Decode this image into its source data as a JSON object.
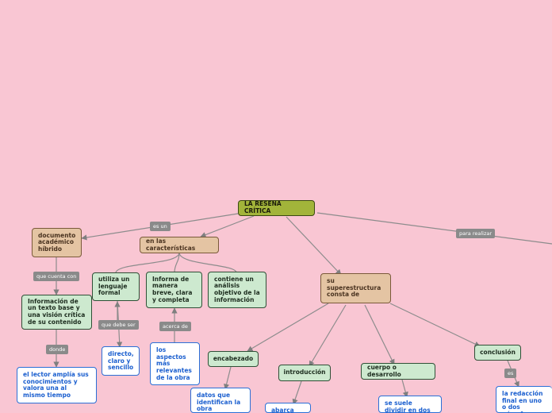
{
  "root": "LA RESEÑA CRÍTICA",
  "nodes": {
    "documento": "documento académico híbrido",
    "caracteristicas": "en las características",
    "superestructura": "su superestructura consta de",
    "lenguaje": "utiliza un lenguaje formal",
    "informa": "Informa de manera breve, clara y completa",
    "analisis": "contiene un análisis objetivo de la información",
    "informacion": "Información de un texto base y una visión crítica de su contenido",
    "lector": "el lector amplía sus conocimientos y valora una al mismo tiempo",
    "directo": "directo, claro y sencillo",
    "aspectos": "los aspectos más relevantes de la obra",
    "encabezado": "encabezado",
    "introduccion": "introducción",
    "cuerpo": "cuerpo o desarrollo",
    "conclusion": "conclusión",
    "datos": "datos que identifican la obra reseñada",
    "abarca": "abarca los",
    "suele": "se suele dividir en dos partes",
    "redaccion": "la redacción final en uno o dos párrafos"
  },
  "labels": {
    "es_un": "es un",
    "para_realizar": "para realizar",
    "que_cuenta_con": "que cuenta con",
    "donde": "donde",
    "que_debe_ser": "que debe ser",
    "acerca_de": "acerca de",
    "es": "es"
  }
}
